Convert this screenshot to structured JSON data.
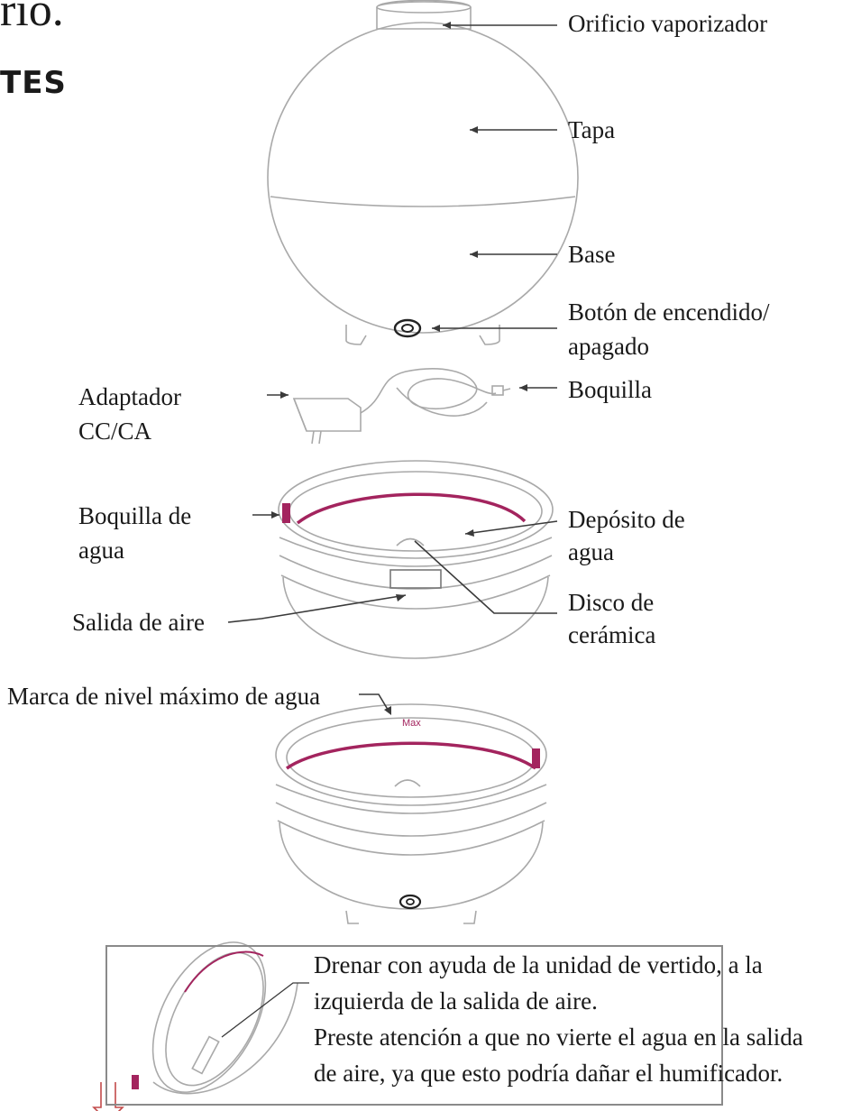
{
  "header": {
    "partial_title": "rio.",
    "section": "TES"
  },
  "labels": {
    "orificio": "Orificio vaporizador",
    "tapa": "Tapa",
    "base": "Base",
    "boton_1": "Botón de encendido/",
    "boton_2": "apagado",
    "boquilla": "Boquilla",
    "adaptador_1": "Adaptador",
    "adaptador_2": "CC/CA",
    "boquilla_agua_1": "Boquilla de",
    "boquilla_agua_2": "agua",
    "deposito_1": "Depósito de",
    "deposito_2": "agua",
    "salida": "Salida de aire",
    "disco_1": "Disco de",
    "disco_2": "cerámica",
    "marca": "Marca de nivel máximo de agua",
    "max": "Max"
  },
  "note": {
    "line1": "Drenar con ayuda de la unidad de vertido, a la",
    "line2": "izquierda de la salida de aire.",
    "line3": "Preste atención a que no vierte el agua en la salida",
    "line4": "de aire, ya que esto podría dañar el humificador."
  },
  "colors": {
    "accent": "#a3245e",
    "line": "#9a9a9a",
    "text": "#1a1a1a"
  }
}
